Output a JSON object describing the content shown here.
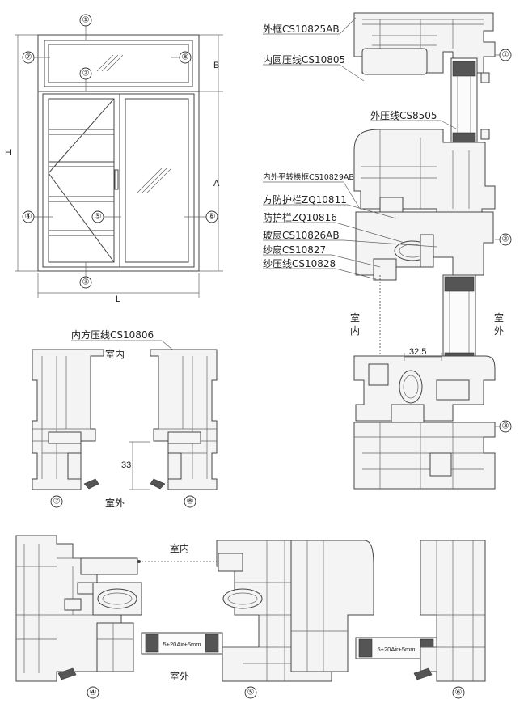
{
  "elevation": {
    "callouts": [
      "①",
      "②",
      "③",
      "④",
      "⑤",
      "⑥",
      "⑦",
      "⑧"
    ],
    "dim_H": "H",
    "dim_B": "B",
    "dim_A": "A",
    "dim_L": "L"
  },
  "section_vertical": {
    "labels": {
      "outer_frame": "外框CS10825AB",
      "inner_round_bead": "内圆压线CS10805",
      "outer_bead": "外压线CS8505",
      "conversion_frame": "内外平转换框CS10829AB",
      "square_guard": "方防护栏ZQ10811",
      "guard": "防护栏ZQ10816",
      "glass_sash": "玻扇CS10826AB",
      "screen_sash": "纱扇CS10827",
      "screen_bead": "纱压线CS10828"
    },
    "indoor": "室内",
    "outdoor": "室外",
    "dim_32_5": "32.5",
    "callouts": [
      "①",
      "②",
      "③"
    ]
  },
  "section_side": {
    "label_inner_square_bead": "内方压线CS10806",
    "indoor": "室内",
    "outdoor": "室外",
    "dim_33": "33",
    "callouts": [
      "⑦",
      "⑧"
    ]
  },
  "section_horizontal": {
    "indoor": "室内",
    "outdoor": "室外",
    "glass_spec": "5+20Air+5mm",
    "callouts": [
      "④",
      "⑤",
      "⑥"
    ]
  }
}
